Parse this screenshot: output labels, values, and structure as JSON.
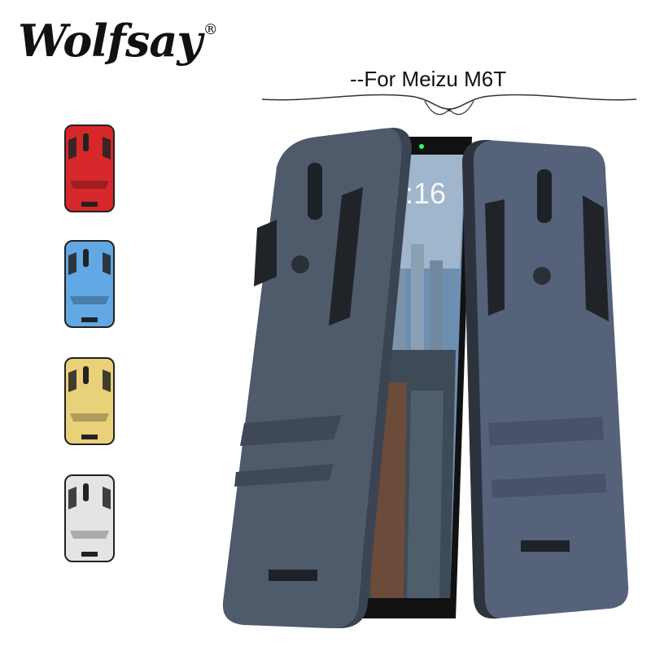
{
  "brand": {
    "name": "Wolfsay",
    "mark": "®"
  },
  "product": {
    "subtitle": "--For Meizu M6T"
  },
  "screen": {
    "clock": "8:16"
  },
  "colors": {
    "main_case": "#4f5a6b",
    "variants": [
      "#d6282a",
      "#62a8e4",
      "#e9d17a",
      "#e4e4e6"
    ]
  }
}
